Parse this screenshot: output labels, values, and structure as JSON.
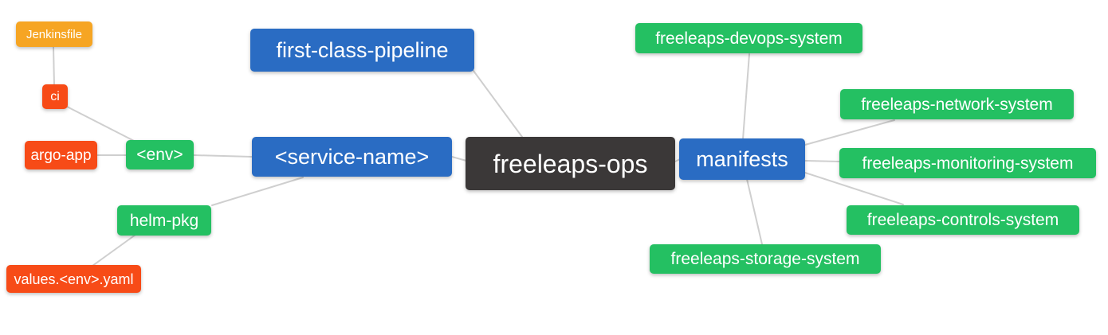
{
  "diagram": {
    "type": "mindmap",
    "root_label": "freeleaps-ops",
    "background": "#ffffff",
    "edge_color": "#cfcfcf",
    "text_color": "#ffffff",
    "colors": {
      "orange": "#f6a523",
      "red": "#f74b17",
      "green": "#24c062",
      "blue": "#2a6cc3",
      "dark": "#3b3838"
    },
    "nodes": [
      {
        "id": "jenkinsfile",
        "label": "Jenkinsfile",
        "color": "orange"
      },
      {
        "id": "ci",
        "label": "ci",
        "color": "red"
      },
      {
        "id": "argo-app",
        "label": "argo-app",
        "color": "red"
      },
      {
        "id": "env",
        "label": "<env>",
        "color": "green"
      },
      {
        "id": "helm-pkg",
        "label": "helm-pkg",
        "color": "green"
      },
      {
        "id": "values-env-yaml",
        "label": "values.<env>.yaml",
        "color": "red"
      },
      {
        "id": "first-class-pipeline",
        "label": "first-class-pipeline",
        "color": "blue"
      },
      {
        "id": "service-name",
        "label": "<service-name>",
        "color": "blue"
      },
      {
        "id": "freeleaps-ops",
        "label": "freeleaps-ops",
        "color": "dark"
      },
      {
        "id": "manifests",
        "label": "manifests",
        "color": "blue"
      },
      {
        "id": "freeleaps-devops-system",
        "label": "freeleaps-devops-system",
        "color": "green"
      },
      {
        "id": "freeleaps-network-system",
        "label": "freeleaps-network-system",
        "color": "green"
      },
      {
        "id": "freeleaps-monitoring-system",
        "label": "freeleaps-monitoring-system",
        "color": "green"
      },
      {
        "id": "freeleaps-controls-system",
        "label": "freeleaps-controls-system",
        "color": "green"
      },
      {
        "id": "freeleaps-storage-system",
        "label": "freeleaps-storage-system",
        "color": "green"
      }
    ],
    "edges": [
      [
        "jenkinsfile",
        "ci"
      ],
      [
        "ci",
        "env"
      ],
      [
        "argo-app",
        "env"
      ],
      [
        "env",
        "service-name"
      ],
      [
        "helm-pkg",
        "service-name"
      ],
      [
        "values-env-yaml",
        "helm-pkg"
      ],
      [
        "first-class-pipeline",
        "freeleaps-ops"
      ],
      [
        "service-name",
        "freeleaps-ops"
      ],
      [
        "freeleaps-ops",
        "manifests"
      ],
      [
        "manifests",
        "freeleaps-devops-system"
      ],
      [
        "manifests",
        "freeleaps-network-system"
      ],
      [
        "manifests",
        "freeleaps-monitoring-system"
      ],
      [
        "manifests",
        "freeleaps-controls-system"
      ],
      [
        "manifests",
        "freeleaps-storage-system"
      ]
    ]
  }
}
